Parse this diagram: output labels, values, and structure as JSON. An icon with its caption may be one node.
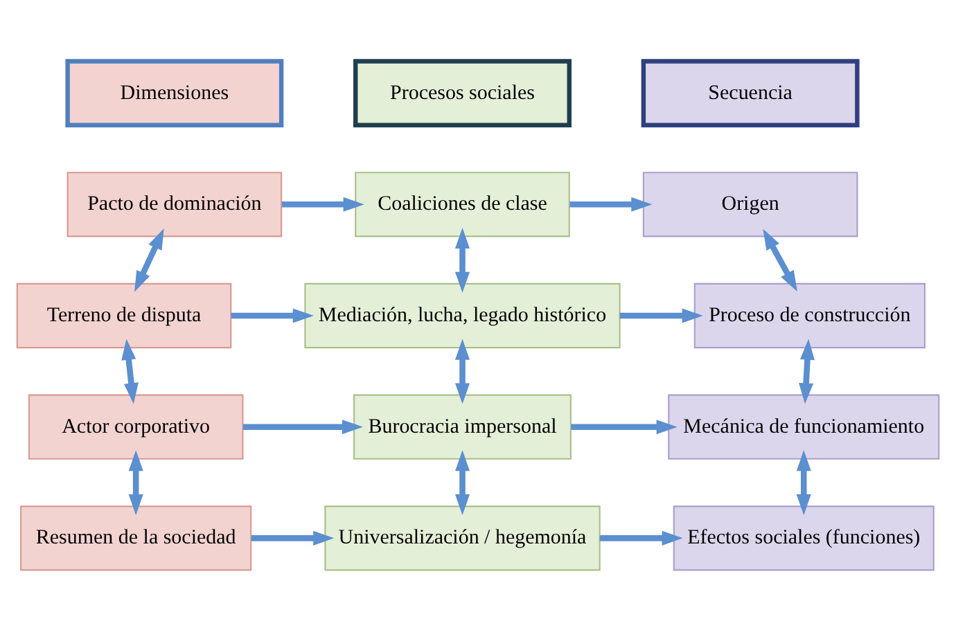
{
  "diagram": {
    "nodes": [
      {
        "text": [
          "Dimensiones"
        ]
      },
      {
        "text": [
          "Procesos sociales"
        ]
      },
      {
        "text": [
          "Secuencia"
        ]
      },
      {
        "text": [
          "Pacto de dominación"
        ]
      },
      {
        "text": [
          "Terreno de disputa"
        ]
      },
      {
        "text": [
          "Actor corporativo"
        ]
      },
      {
        "text": [
          "Resumen de la sociedad"
        ]
      },
      {
        "text": [
          "Coaliciones de clase"
        ]
      },
      {
        "text": [
          "Mediación, lucha, legado histórico"
        ]
      },
      {
        "text": [
          "Burocracia impersonal"
        ]
      },
      {
        "text": [
          "Universalización / hegemonía"
        ]
      },
      {
        "text": [
          "Origen"
        ]
      },
      {
        "text": [
          "Proceso de construcción"
        ]
      },
      {
        "text": [
          "Mecánica de funcionamiento"
        ]
      },
      {
        "text": [
          "Efectos sociales (funciones)"
        ]
      }
    ],
    "edges": [
      {
        "from": 3,
        "to": 7,
        "arrow": "to"
      },
      {
        "from": 7,
        "to": 11,
        "arrow": "to"
      },
      {
        "from": 3,
        "to": 4,
        "arrow": "both"
      },
      {
        "from": 7,
        "to": 8,
        "arrow": "both"
      },
      {
        "from": 11,
        "to": 12,
        "arrow": "both"
      },
      {
        "from": 4,
        "to": 8,
        "arrow": "to"
      },
      {
        "from": 8,
        "to": 12,
        "arrow": "to"
      },
      {
        "from": 4,
        "to": 5,
        "arrow": "both"
      },
      {
        "from": 8,
        "to": 9,
        "arrow": "both"
      },
      {
        "from": 12,
        "to": 13,
        "arrow": "both"
      },
      {
        "from": 5,
        "to": 9,
        "arrow": "to"
      },
      {
        "from": 9,
        "to": 13,
        "arrow": "to"
      },
      {
        "from": 5,
        "to": 6,
        "arrow": "both"
      },
      {
        "from": 9,
        "to": 10,
        "arrow": "both"
      },
      {
        "from": 13,
        "to": 14,
        "arrow": "both"
      },
      {
        "from": 6,
        "to": 10,
        "arrow": "to"
      },
      {
        "from": 10,
        "to": 14,
        "arrow": "to"
      }
    ]
  }
}
